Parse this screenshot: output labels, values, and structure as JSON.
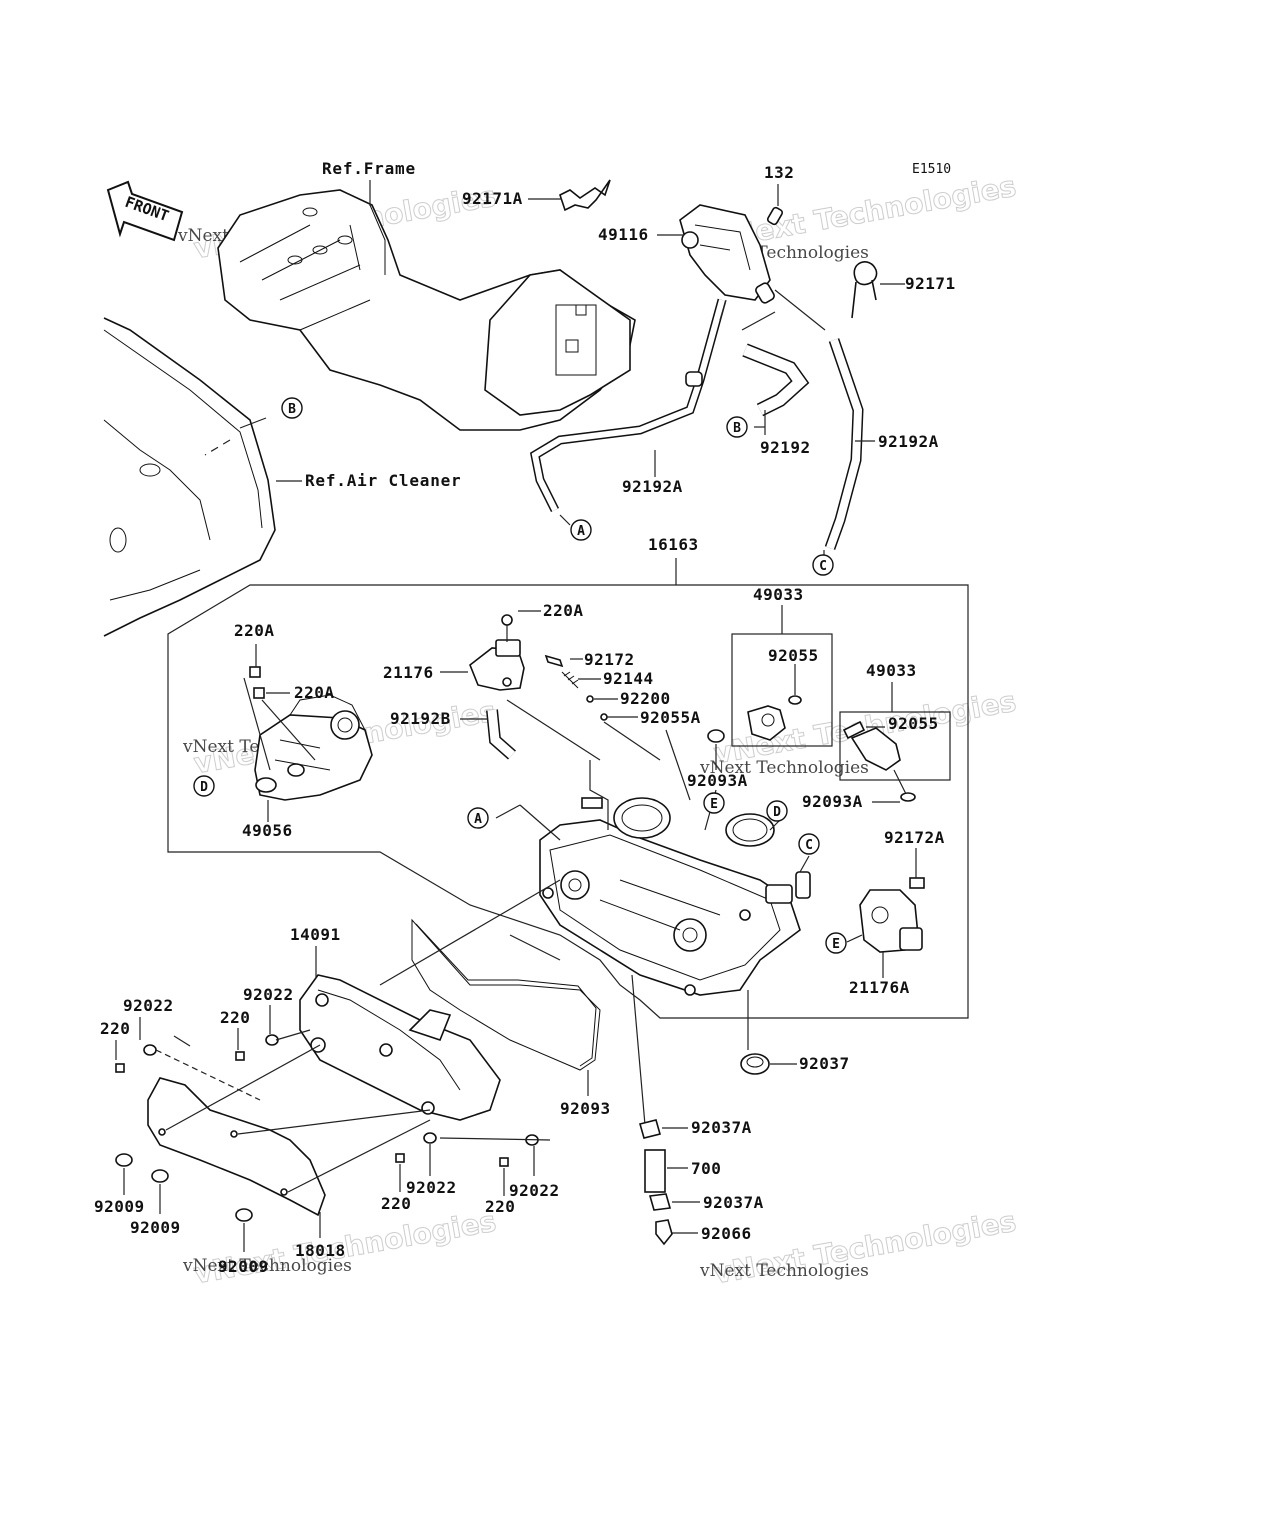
{
  "diagram": {
    "code": "E1510",
    "front_label": "FRONT",
    "references": {
      "frame": "Ref.Frame",
      "air_cleaner": "Ref.Air Cleaner"
    },
    "part_labels": [
      {
        "id": "92171A",
        "text": "92171A"
      },
      {
        "id": "49116",
        "text": "49116"
      },
      {
        "id": "132",
        "text": "132"
      },
      {
        "id": "92171",
        "text": "92171"
      },
      {
        "id": "92192-top",
        "text": "92192"
      },
      {
        "id": "92192A-right",
        "text": "92192A"
      },
      {
        "id": "92192A-left",
        "text": "92192A"
      },
      {
        "id": "16163",
        "text": "16163"
      },
      {
        "id": "220A-top",
        "text": "220A"
      },
      {
        "id": "49033-a",
        "text": "49033"
      },
      {
        "id": "92055-a",
        "text": "92055"
      },
      {
        "id": "49033-b",
        "text": "49033"
      },
      {
        "id": "92055-b",
        "text": "92055"
      },
      {
        "id": "220A-left",
        "text": "220A"
      },
      {
        "id": "220A-mid",
        "text": "220A"
      },
      {
        "id": "21176",
        "text": "21176"
      },
      {
        "id": "92172",
        "text": "92172"
      },
      {
        "id": "92144",
        "text": "92144"
      },
      {
        "id": "92200",
        "text": "92200"
      },
      {
        "id": "92192B",
        "text": "92192B"
      },
      {
        "id": "92055A",
        "text": "92055A"
      },
      {
        "id": "92093A-mid",
        "text": "92093A"
      },
      {
        "id": "92093A-right",
        "text": "92093A"
      },
      {
        "id": "49056",
        "text": "49056"
      },
      {
        "id": "92172A",
        "text": "92172A"
      },
      {
        "id": "21176A",
        "text": "21176A"
      },
      {
        "id": "14091",
        "text": "14091"
      },
      {
        "id": "92022-a",
        "text": "92022"
      },
      {
        "id": "92022-b",
        "text": "92022"
      },
      {
        "id": "220-a",
        "text": "220"
      },
      {
        "id": "220-b",
        "text": "220"
      },
      {
        "id": "92093",
        "text": "92093"
      },
      {
        "id": "92037",
        "text": "92037"
      },
      {
        "id": "92037A-a",
        "text": "92037A"
      },
      {
        "id": "700",
        "text": "700"
      },
      {
        "id": "92037A-b",
        "text": "92037A"
      },
      {
        "id": "92066",
        "text": "92066"
      },
      {
        "id": "92009-a",
        "text": "92009"
      },
      {
        "id": "92009-b",
        "text": "92009"
      },
      {
        "id": "92009-c",
        "text": "92009"
      },
      {
        "id": "18018",
        "text": "18018"
      },
      {
        "id": "92022-c",
        "text": "92022"
      },
      {
        "id": "220-c",
        "text": "220"
      },
      {
        "id": "92022-d",
        "text": "92022"
      },
      {
        "id": "220-d",
        "text": "220"
      }
    ],
    "connectors": [
      {
        "id": "A-hose",
        "letter": "A"
      },
      {
        "id": "B-hose",
        "letter": "B"
      },
      {
        "id": "C-hose",
        "letter": "C"
      },
      {
        "id": "B-cleaner",
        "letter": "B"
      },
      {
        "id": "A-body",
        "letter": "A"
      },
      {
        "id": "D-left",
        "letter": "D"
      },
      {
        "id": "D-body",
        "letter": "D"
      },
      {
        "id": "E-body",
        "letter": "E"
      },
      {
        "id": "C-body",
        "letter": "C"
      },
      {
        "id": "E-sensor",
        "letter": "E"
      }
    ],
    "watermark": {
      "line1": "vNext Technologies",
      "line2": "vNext Technologies"
    }
  }
}
